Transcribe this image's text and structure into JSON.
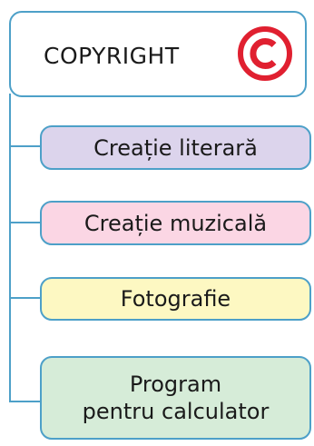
{
  "header": {
    "title": "COPYRIGHT",
    "icon": "copyright-icon",
    "icon_color": "#e02030"
  },
  "items": [
    {
      "label": "Creație  literară",
      "color": "#dcd4ec"
    },
    {
      "label": "Creație  muzicală",
      "color": "#fbd6e4"
    },
    {
      "label": "Fotografie",
      "color": "#fdf8c2"
    },
    {
      "label": "Program\npentru  calculator",
      "color": "#d6ecd8"
    }
  ],
  "connector_color": "#4da0c8"
}
